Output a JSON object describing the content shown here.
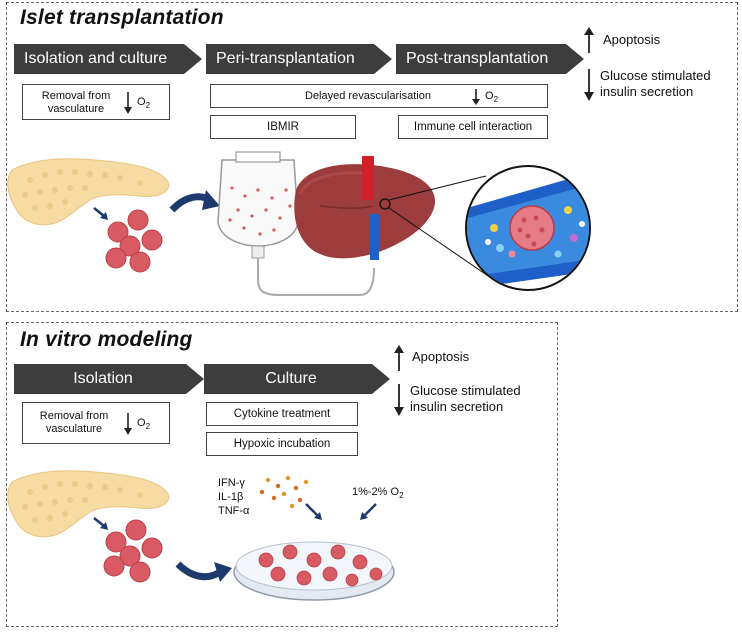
{
  "top": {
    "title": "Islet transplantation",
    "stages": [
      "Isolation and culture",
      "Peri-transplantation",
      "Post-transplantation"
    ],
    "removal_line1": "Removal from",
    "removal_line2": "vasculature",
    "o2": "O",
    "o2_sub": "2",
    "delayed": "Delayed revascularisation",
    "ibmir": "IBMIR",
    "immune": "Immune cell interaction",
    "apoptosis": "Apoptosis",
    "gsis_line1": "Glucose stimulated",
    "gsis_line2": "insulin secretion"
  },
  "bottom": {
    "title": "In vitro modeling",
    "stages": [
      "Isolation",
      "Culture"
    ],
    "removal_line1": "Removal from",
    "removal_line2": "vasculature",
    "o2": "O",
    "o2_sub": "2",
    "cytokine": "Cytokine treatment",
    "hypoxic": "Hypoxic incubation",
    "apoptosis": "Apoptosis",
    "gsis_line1": "Glucose stimulated",
    "gsis_line2": "insulin secretion",
    "cytokines": [
      "IFN-γ",
      "IL-1β",
      "TNF-α"
    ],
    "oxygen_range": "1%-2% O",
    "oxygen_sub": "2"
  },
  "colors": {
    "stage_fill": "#3d3d3d",
    "pancreas": "#f6dca3",
    "islet": "#d85a63",
    "liver": "#9c3c3c",
    "vessel": "#1f5fc8",
    "arrow_blue": "#1d3a6e"
  }
}
